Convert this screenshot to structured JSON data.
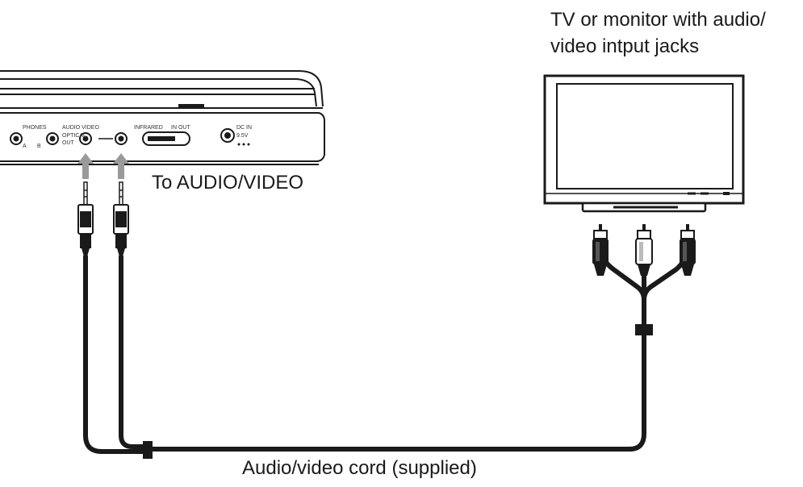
{
  "labels": {
    "tv_line1": "TV or monitor with audio/",
    "tv_line2": "video intput jacks",
    "to_audio_video": "To AUDIO/VIDEO",
    "cord": "Audio/video cord (supplied)"
  },
  "player_panel": {
    "phones": "PHONES",
    "a": "A",
    "b": "B",
    "audio_video": "AUDIO VIDEO",
    "optical": "OPTICAL",
    "out": "OUT",
    "infrared": "INFRARED",
    "in_out": "IN OUT",
    "dc_in": "DC IN",
    "volt": "9.5V"
  },
  "colors": {
    "line": "#1a1a1a",
    "arrow": "#9a9a9a",
    "tv_frame": "#ffffff"
  }
}
